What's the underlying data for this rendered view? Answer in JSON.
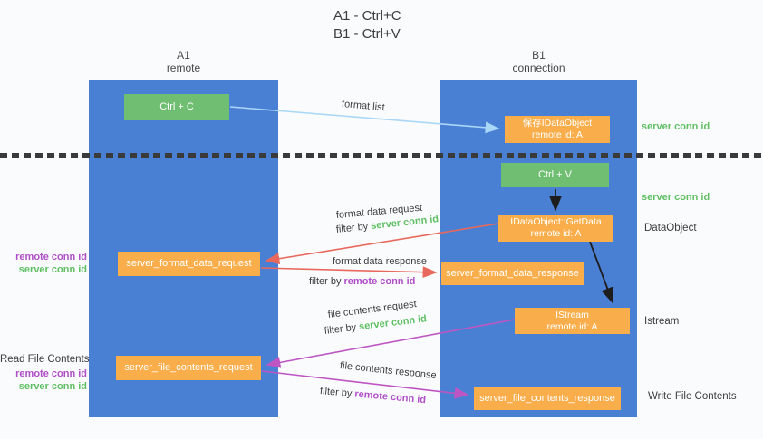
{
  "title": {
    "line1": "A1 - Ctrl+C",
    "line2": "B1 - Ctrl+V"
  },
  "columns": {
    "a": {
      "header_line1": "A1",
      "header_line2": "remote"
    },
    "b": {
      "header_line1": "B1",
      "header_line2": "connection"
    }
  },
  "boxes": {
    "ctrl_c": "Ctrl + C",
    "ctrl_v": "Ctrl + V",
    "save_idataobject": "保存IDataObject",
    "getdata": "IDataObject::GetData",
    "istream": "IStream",
    "remote_id": "remote id: A",
    "format_request": "server_format_data_request",
    "format_response": "server_format_data_response",
    "file_request": "server_file_contents_request",
    "file_response": "server_file_contents_response"
  },
  "flow_labels": {
    "format_list": "format list",
    "format_data_request": "format data request",
    "format_data_response": "format data response",
    "file_contents_request": "file contents request",
    "file_contents_response": "file contents response",
    "filter_by": "filter by ",
    "server_conn_id": "server conn id",
    "remote_conn_id": "remote conn id"
  },
  "side_labels": {
    "read_file_contents": "Read File Contents",
    "write_file_contents": "Write File Contents",
    "dataobject": "DataObject",
    "istream": "Istream",
    "server_conn_id": "server conn id",
    "remote_conn_id": "remote conn id"
  },
  "colors": {
    "bg": "#fafbfc",
    "column_blue": "#4a80d4",
    "box_green": "#6fbe72",
    "box_orange": "#f9ae4b",
    "label_dark": "#3d3d3d",
    "label_green": "#5fbf63",
    "label_purple": "#b04fc8",
    "arrow_lightblue": "#a9d7f7",
    "arrow_black": "#1d1d1d",
    "arrow_salmon": "#e8685c",
    "arrow_magenta": "#bd56c3",
    "divider": "#3a3a3a"
  }
}
